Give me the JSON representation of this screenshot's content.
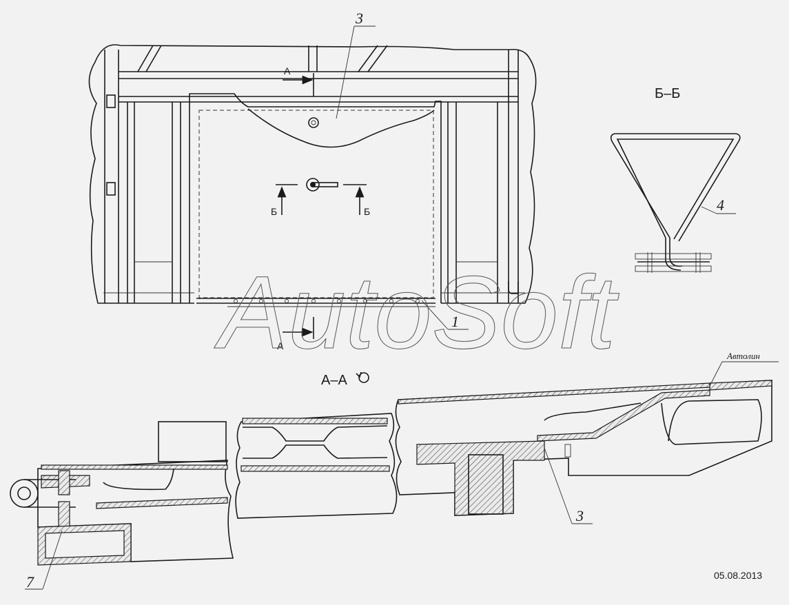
{
  "views": {
    "section_bb_title": "Б–Б",
    "section_aa_title": "А–А",
    "cut_marker_a": "А",
    "cut_marker_b": "Б"
  },
  "callouts": {
    "item_1": "1",
    "item_3_top": "3",
    "item_3_bottom": "3",
    "item_4": "4",
    "item_7": "7",
    "material_note": "Автолин"
  },
  "watermark": "AutoSoft",
  "date": "05.08.2013",
  "icons": {
    "rotated_view_symbol": "rotated-view-circle-icon",
    "bolt_head": "bolt-head-icon",
    "cut_arrow": "section-arrow-icon"
  }
}
